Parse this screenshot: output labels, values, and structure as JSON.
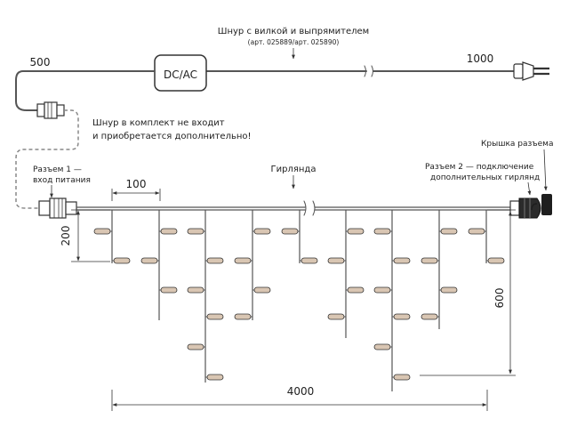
{
  "labels": {
    "power_cord_title": "Шнур с вилкой и выпрямителем",
    "power_cord_articles": "(арт. 025889/арт. 025890)",
    "adapter": "DC/AC",
    "len_500": "500",
    "len_1000": "1000",
    "not_included_line1": "Шнур в комплект не входит",
    "not_included_line2": "и приобретается дополнительно!",
    "connector1_line1": "Разъем 1 —",
    "connector1_line2": "вход питания",
    "len_100": "100",
    "garland": "Гирлянда",
    "connector2_line1": "Разъем 2 — подключение",
    "connector2_line2": "дополнительных гирлянд",
    "connector_cap": "Крышка разъема",
    "len_200": "200",
    "len_600": "600",
    "len_4000": "4000"
  },
  "colors": {
    "wire": "#555555",
    "dashed_cord": "#888888",
    "bulb_fill": "#d9c6b3",
    "text": "#1e1e1e"
  }
}
